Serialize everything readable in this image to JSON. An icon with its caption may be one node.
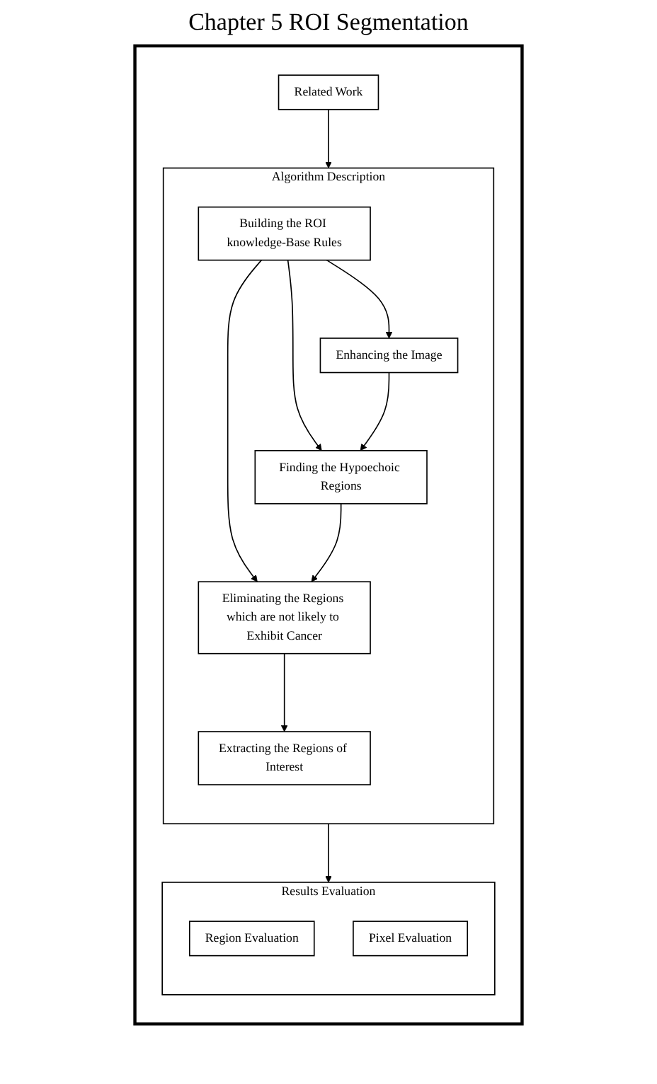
{
  "diagram": {
    "title": "Chapter 5 ROI Segmentation",
    "nodes": [
      {
        "text": [],
        "shape": "box"
      },
      {
        "text": [
          "Related Work"
        ],
        "in": 0
      },
      {
        "text": [
          "Algorithm Description"
        ],
        "in": 0
      },
      {
        "text": [
          "Building the ROI knowledge-Base Rules"
        ],
        "in": 2
      },
      {
        "text": [
          "Enhancing the Image"
        ],
        "in": 2
      },
      {
        "text": [
          "Finding the Hypoechoic Regions"
        ],
        "in": 2
      },
      {
        "text": [
          "Eliminating the Regions which are not likely to Exhibit Cancer"
        ],
        "in": 2
      },
      {
        "text": [
          "Extracting the Regions of Interest"
        ],
        "in": 2
      },
      {
        "text": [
          "Results Evaluation"
        ],
        "in": 0
      },
      {
        "text": [
          "Region Evaluation"
        ],
        "in": 8
      },
      {
        "text": [
          "Pixel Evaluation"
        ],
        "in": 8
      }
    ],
    "edges": [
      {
        "from": 1,
        "to": 2,
        "arrow": "to"
      },
      {
        "from": 3,
        "to": 4,
        "arrow": "to"
      },
      {
        "from": 3,
        "to": 5,
        "arrow": "to"
      },
      {
        "from": 3,
        "to": 6,
        "arrow": "to"
      },
      {
        "from": 4,
        "to": 5,
        "arrow": "to"
      },
      {
        "from": 5,
        "to": 6,
        "arrow": "to"
      },
      {
        "from": 6,
        "to": 7,
        "arrow": "to"
      },
      {
        "from": 2,
        "to": 8,
        "arrow": "to"
      }
    ]
  }
}
